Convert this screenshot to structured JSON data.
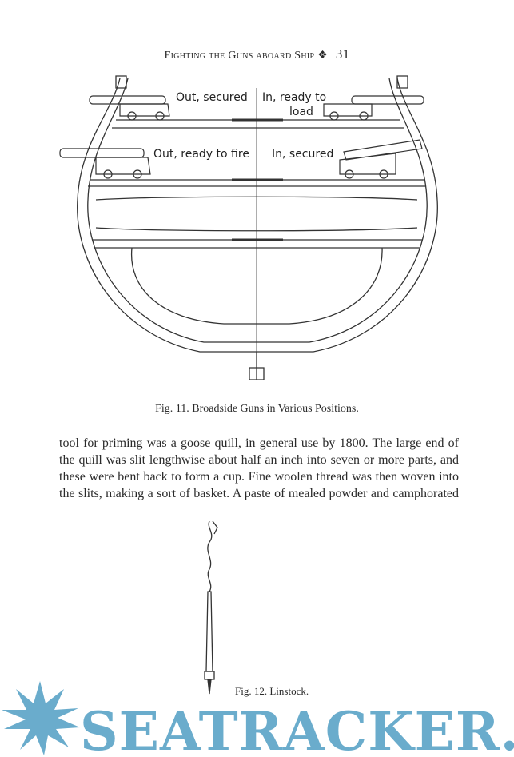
{
  "running_head": {
    "title": "Fighting the Guns aboard Ship",
    "page_number": "31"
  },
  "figure_11": {
    "labels": {
      "out_secured": "Out, secured",
      "in_ready_to_load_1": "In, ready to",
      "in_ready_to_load_2": "load",
      "out_ready_to_fire": "Out, ready to fire",
      "in_secured": "In, secured"
    },
    "caption": "Fig. 11. Broadside Guns in Various Positions."
  },
  "body_lines": [
    "tool for priming was a goose quill, in general use by 1800. The large end of",
    "the quill was slit lengthwise about half an inch into seven or more parts, and",
    "these were bent back to form a cup. Fine woolen thread was then woven into",
    "the slits, making a sort of basket. A paste of mealed powder and camphorated"
  ],
  "figure_12": {
    "caption": "Fig. 12. Linstock."
  },
  "watermark": {
    "text": "SEATRACKER.RU",
    "color": "#6aaccc"
  }
}
